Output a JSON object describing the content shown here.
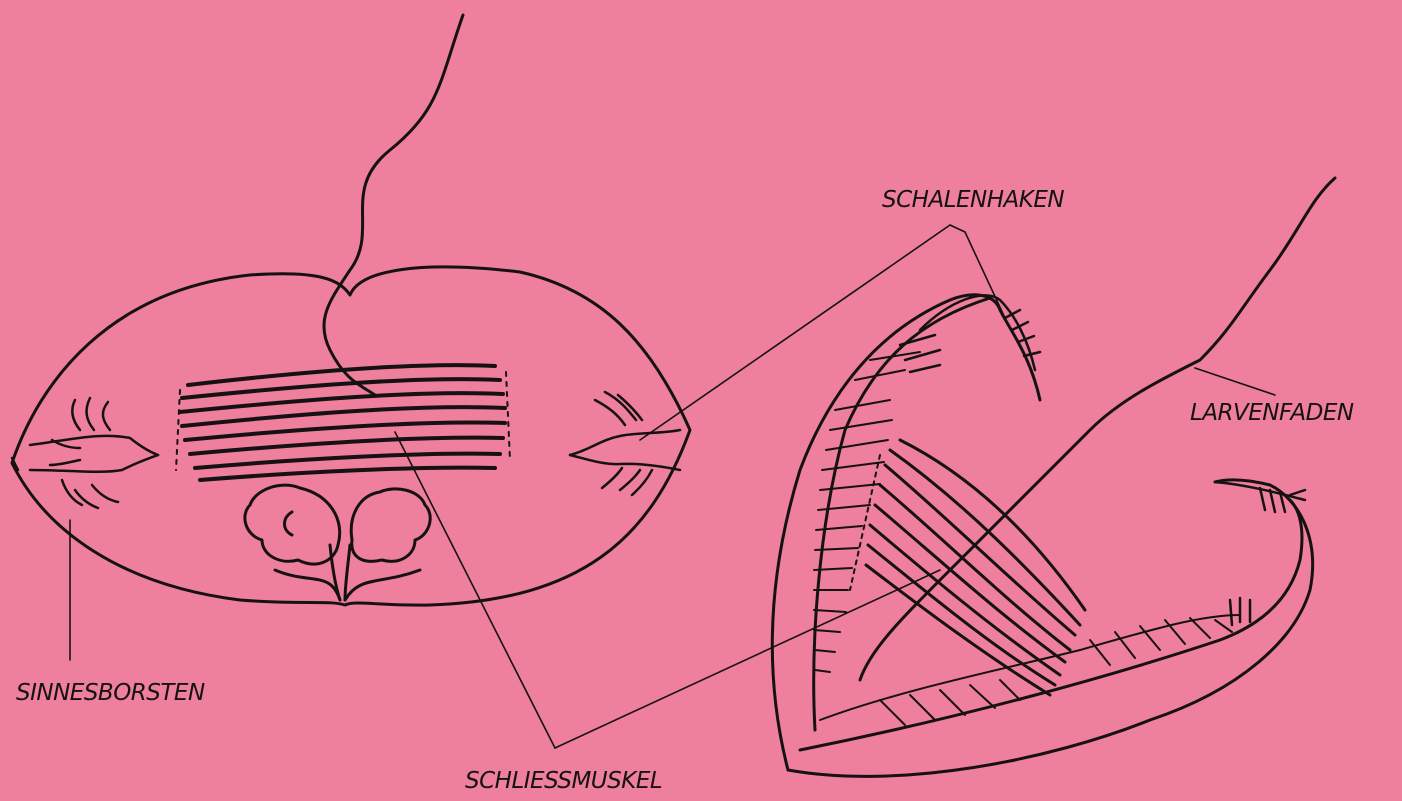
{
  "labels": {
    "schalenhaken": "SCHALENHAKEN",
    "larvenfaden": "LARVENFADEN",
    "sinnesborsten": "SINNESBORSTEN",
    "schliessmuskel": "SCHLIESSMUSKEL"
  },
  "colors": {
    "background": "#ee7f9d",
    "ink": "#161214"
  }
}
